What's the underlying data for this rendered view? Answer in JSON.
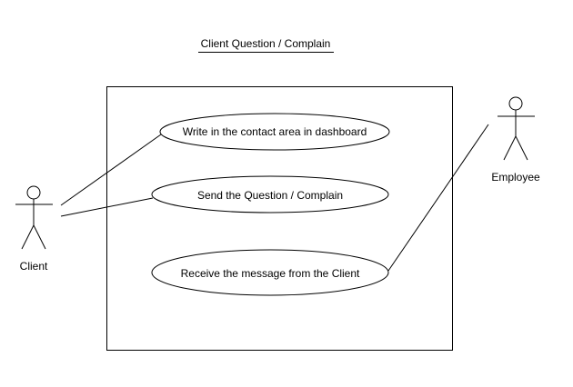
{
  "diagram": {
    "title": "Client Question / Complain",
    "actors": {
      "client": "Client",
      "employee": "Employee"
    },
    "use_cases": [
      "Write in the contact area in dashboard",
      "Send the Question / Complain",
      "Receive the message from the Client"
    ],
    "colors": {
      "line": "#000000",
      "background": "#ffffff"
    }
  }
}
